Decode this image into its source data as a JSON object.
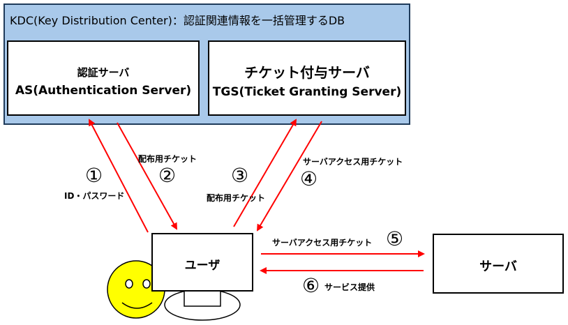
{
  "kdc": {
    "title": "KDC(Key Distribution Center)：認証関連情報を一括管理するDB"
  },
  "as_server": {
    "name": "認証サーバ",
    "subtitle": "AS(Authentication Server)"
  },
  "tgs_server": {
    "name": "チケット付与サーバ",
    "subtitle": "TGS(Ticket Granting Server)"
  },
  "user": {
    "label": "ユーザ"
  },
  "server": {
    "label": "サーバ"
  },
  "steps": [
    {
      "num": "①",
      "label": "ID・パスワード"
    },
    {
      "num": "②",
      "label": "配布用チケット"
    },
    {
      "num": "③",
      "label": "配布用チケット"
    },
    {
      "num": "④",
      "label": "サーバアクセス用チケット"
    },
    {
      "num": "⑤",
      "label": "サーバアクセス用チケット"
    },
    {
      "num": "⑥",
      "label": "サービス提供"
    }
  ],
  "colors": {
    "kdc_fill": "#a9c9ea",
    "arrow": "#ff0000",
    "face": "#ffff00"
  }
}
